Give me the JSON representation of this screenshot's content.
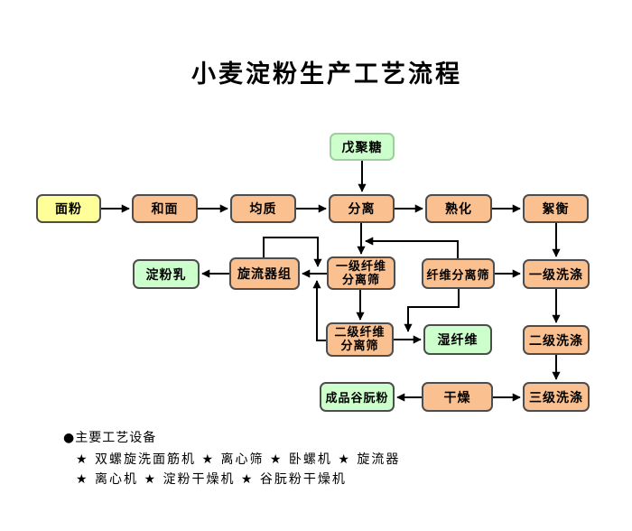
{
  "title": "小麦淀粉生产工艺流程",
  "flowchart": {
    "nodes": {
      "pentosan": {
        "label": "戊聚糖"
      },
      "flour": {
        "label": "面粉"
      },
      "dough_mixing": {
        "label": "和面"
      },
      "homogenize": {
        "label": "均质"
      },
      "separation": {
        "label": "分离"
      },
      "maturation": {
        "label": "熟化"
      },
      "flocculation": {
        "label": "絮衡"
      },
      "starch_milk": {
        "label": "淀粉乳"
      },
      "cyclone_group": {
        "label": "旋流器组"
      },
      "fiber_screen_1": {
        "label": "一级纤维\n分离筛"
      },
      "fiber_screen": {
        "label": "纤维分离筛"
      },
      "washing_1": {
        "label": "一级洗涤"
      },
      "fiber_screen_2": {
        "label": "二级纤维\n分离筛"
      },
      "wet_fiber": {
        "label": "湿纤维"
      },
      "washing_2": {
        "label": "二级洗涤"
      },
      "finished_gluten": {
        "label": "成品谷朊粉"
      },
      "drying": {
        "label": "干燥"
      },
      "washing_3": {
        "label": "三级洗涤"
      }
    },
    "edges": [
      {
        "from": "flour",
        "to": "dough_mixing"
      },
      {
        "from": "dough_mixing",
        "to": "homogenize"
      },
      {
        "from": "homogenize",
        "to": "separation"
      },
      {
        "from": "pentosan",
        "to": "separation"
      },
      {
        "from": "separation",
        "to": "maturation"
      },
      {
        "from": "maturation",
        "to": "flocculation"
      },
      {
        "from": "separation",
        "to": "fiber_screen_1"
      },
      {
        "from": "fiber_screen",
        "to": "fiber_screen_1"
      },
      {
        "from": "fiber_screen_1",
        "to": "cyclone_group"
      },
      {
        "from": "cyclone_group",
        "to": "starch_milk"
      },
      {
        "from": "cyclone_group",
        "to": "cyclone_group",
        "note": "top recycle loop into its feed line"
      },
      {
        "from": "fiber_screen_2",
        "to": "cyclone_group",
        "note": "riser merges into feed line"
      },
      {
        "from": "fiber_screen_1",
        "to": "fiber_screen_2"
      },
      {
        "from": "fiber_screen_2",
        "to": "wet_fiber"
      },
      {
        "from": "fiber_screen",
        "to": "wet_fiber",
        "note": "drop line merges into wet-fiber arrow"
      },
      {
        "from": "fiber_screen",
        "to": "washing_1"
      },
      {
        "from": "flocculation",
        "to": "washing_1"
      },
      {
        "from": "washing_1",
        "to": "washing_2"
      },
      {
        "from": "washing_2",
        "to": "washing_3"
      },
      {
        "from": "drying",
        "to": "finished_gluten"
      },
      {
        "from": "drying",
        "to": "washing_3"
      }
    ],
    "colors": {
      "box_process": "#FAC090",
      "box_raw_material": "#FFFF99",
      "box_product": "#CCFFCC",
      "box_border": "#4D4D4D",
      "arrow": "#000000",
      "text": "#000000"
    }
  },
  "legend": {
    "bullet": "●",
    "heading": "主要工艺设备",
    "line1": "★  双螺旋洗面筋机  ★  离心筛  ★  卧螺机  ★  旋流器",
    "line2": "★  离心机  ★  淀粉干燥机  ★  谷朊粉干燥机"
  }
}
